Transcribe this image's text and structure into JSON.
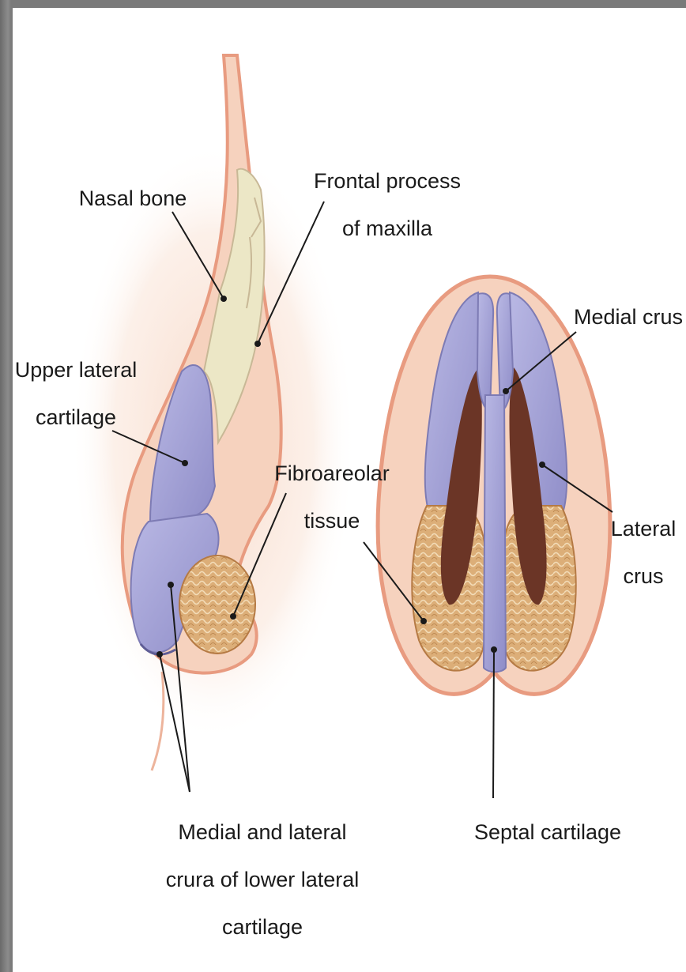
{
  "labels": {
    "nasal_bone": "Nasal bone",
    "frontal_process_1": "Frontal process",
    "frontal_process_2": "of maxilla",
    "upper_lateral_1": "Upper lateral",
    "upper_lateral_2": "cartilage",
    "fibroareolar_1": "Fibroareolar",
    "fibroareolar_2": "tissue",
    "medial_crus": "Medial crus",
    "lateral_crus_1": "Lateral",
    "lateral_crus_2": "crus",
    "crura_1": "Medial and lateral",
    "crura_2": "crura of lower lateral",
    "crura_3": "cartilage",
    "septal_cartilage": "Septal cartilage"
  },
  "colors": {
    "skin": "#f3c7b0",
    "bone": "#ece7c6",
    "cartilage": "#a9a8d8",
    "fibro": "#d7a46b",
    "nostril": "#6b3526"
  }
}
